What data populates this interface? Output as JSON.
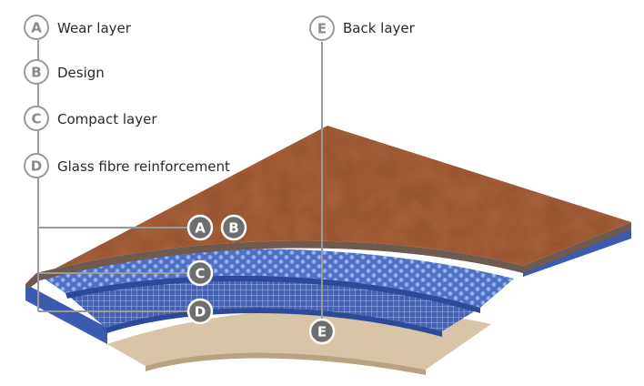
{
  "legend": {
    "a": {
      "letter": "A",
      "label": "Wear layer"
    },
    "b": {
      "letter": "B",
      "label": "Design"
    },
    "c": {
      "letter": "C",
      "label": "Compact layer"
    },
    "d": {
      "letter": "D",
      "label": "Glass fibre reinforcement"
    },
    "e": {
      "letter": "E",
      "label": "Back layer"
    }
  },
  "callouts": {
    "a": "A",
    "b": "B",
    "c": "C",
    "d": "D",
    "e": "E"
  },
  "colors": {
    "wear_surface": "#a8633c",
    "wear_edge": "#6e5a4e",
    "compact_blue": "#4e6fc2",
    "compact_blue_dark": "#2c4a99",
    "backing": "#d8c4a6",
    "backing_edge": "#b9a281",
    "leader_line": "#9a9a9a",
    "badge_fill": "#ffffff",
    "badge_text": "#8a8a8a",
    "filled_badge": "#6e6e6e"
  }
}
